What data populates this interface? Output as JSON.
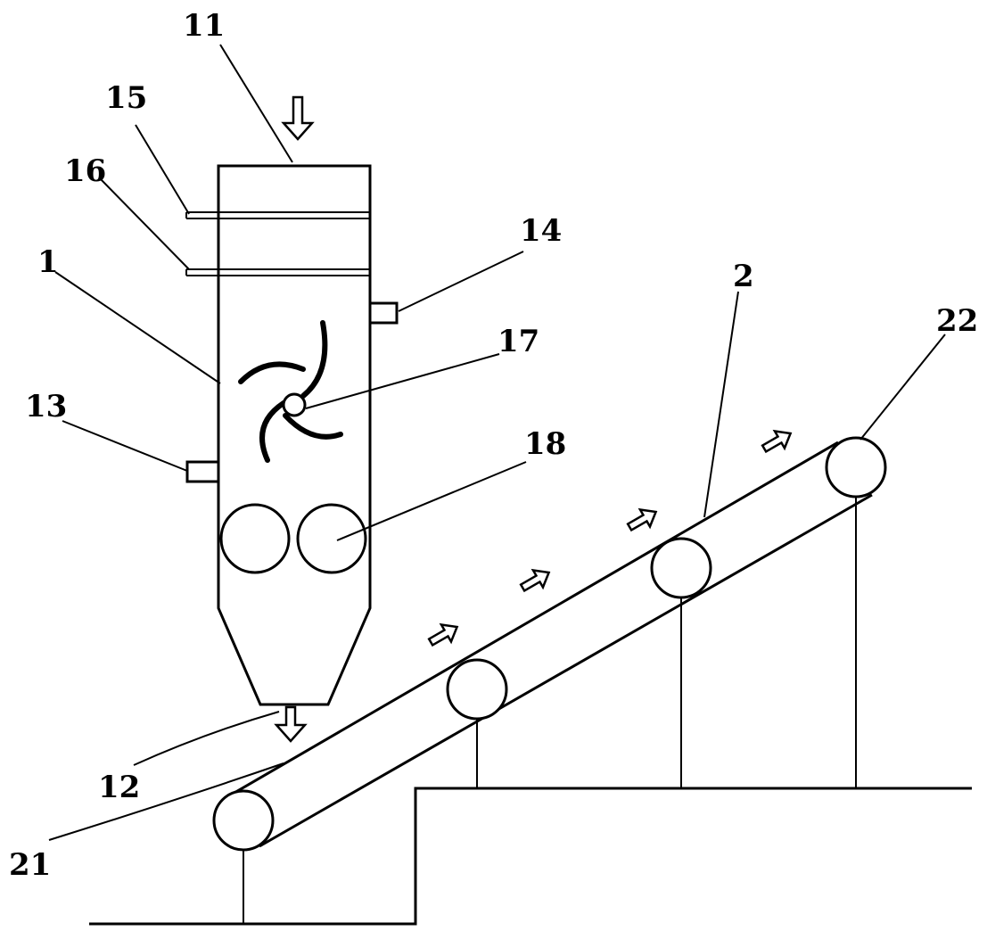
{
  "labels": {
    "l11": "11",
    "l15": "15",
    "l16": "16",
    "l14": "14",
    "l1": "1",
    "l2": "2",
    "l22": "22",
    "l17": "17",
    "l13": "13",
    "l18": "18",
    "l12": "12",
    "l21": "21"
  },
  "colors": {
    "stroke": "#000000",
    "background": "#ffffff"
  },
  "icons": {
    "flow_arrow": "hollow-arrow-icon"
  }
}
